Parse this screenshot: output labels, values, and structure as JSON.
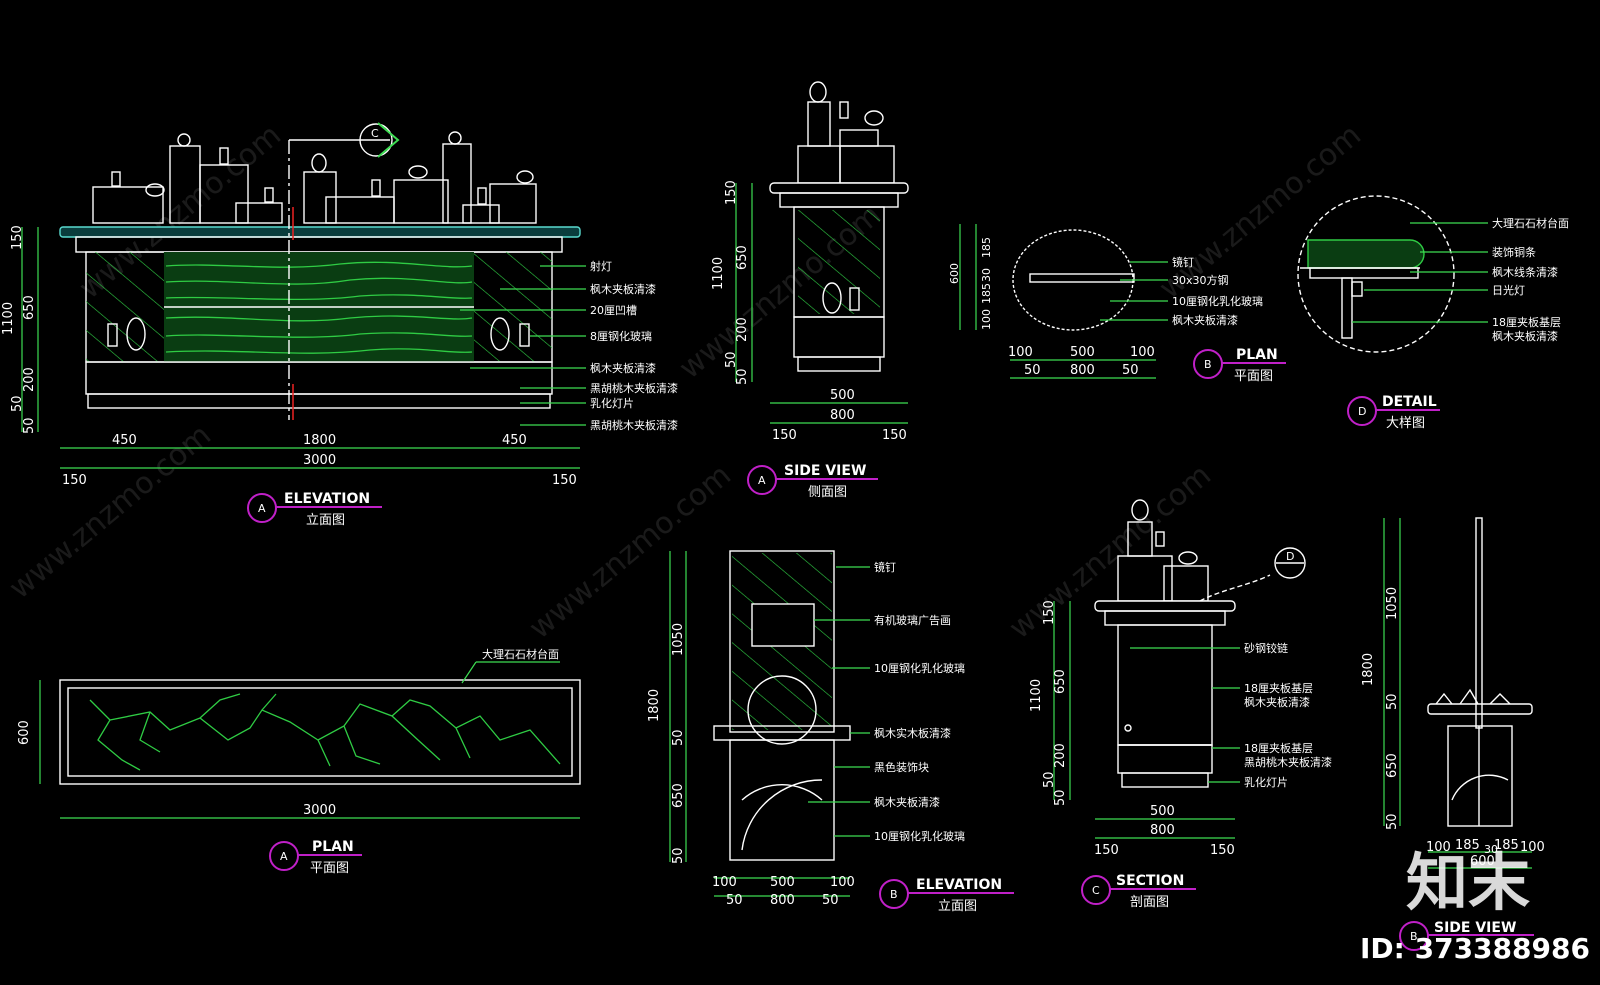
{
  "elevation_a": {
    "letter": "A",
    "title": "ELEVATION",
    "subtitle": "立面图",
    "dims_left": [
      "150",
      "1100",
      "650",
      "200",
      "50",
      "50"
    ],
    "dims_bottom_1": [
      "450",
      "1800",
      "450"
    ],
    "dims_bottom_2": [
      "3000"
    ],
    "dims_bottom_3": [
      "150",
      "150"
    ],
    "section_marker": "C",
    "callouts": [
      "射灯",
      "枫木夹板清漆",
      "20厘凹槽",
      "8厘钢化玻璃",
      "枫木夹板清漆",
      "黑胡桃木夹板清漆",
      "乳化灯片",
      "黑胡桃木夹板清漆"
    ]
  },
  "side_view_a": {
    "letter": "A",
    "title": "SIDE VIEW",
    "subtitle": "侧面图",
    "dims_left": [
      "150",
      "1100",
      "650",
      "200",
      "50",
      "50"
    ],
    "dims_bottom": [
      "500",
      "800",
      "150",
      "150"
    ]
  },
  "plan_b": {
    "letter": "B",
    "title": "PLAN",
    "subtitle": "平面图",
    "dims_left": [
      "600",
      "185",
      "30",
      "185",
      "100"
    ],
    "dims_bottom": [
      "100",
      "500",
      "100",
      "50",
      "800",
      "50"
    ],
    "callouts": [
      "镜钉",
      "30x30方钢",
      "10厘钢化乳化玻璃",
      "枫木夹板清漆"
    ]
  },
  "detail_d": {
    "letter": "D",
    "title": "DETAIL",
    "subtitle": "大样图",
    "callouts": [
      "大理石石材台面",
      "装饰铜条",
      "枫木线条清漆",
      "日光灯",
      "18厘夹板基层",
      "枫木夹板清漆"
    ]
  },
  "plan_a": {
    "letter": "A",
    "title": "PLAN",
    "subtitle": "平面图",
    "dim_left": "600",
    "dim_bottom": "3000",
    "callout": "大理石石材台面"
  },
  "elevation_b": {
    "letter": "B",
    "title": "ELEVATION",
    "subtitle": "立面图",
    "dims_left": [
      "1800",
      "1050",
      "50",
      "650",
      "50"
    ],
    "dims_bottom": [
      "100",
      "500",
      "100",
      "50",
      "800",
      "50"
    ],
    "callouts": [
      "镜钉",
      "有机玻璃广告画",
      "10厘钢化乳化玻璃",
      "枫木实木板清漆",
      "黑色装饰块",
      "枫木夹板清漆",
      "10厘钢化乳化玻璃"
    ]
  },
  "section_c": {
    "letter": "C",
    "title": "SECTION",
    "subtitle": "剖面图",
    "dims_left": [
      "150",
      "1100",
      "650",
      "200",
      "50",
      "50"
    ],
    "dims_bottom": [
      "500",
      "800",
      "150",
      "150"
    ],
    "detail_marker": "D",
    "callouts": [
      "砂钢铰链",
      "18厘夹板基层",
      "枫木夹板清漆",
      "18厘夹板基层",
      "黑胡桃木夹板清漆",
      "乳化灯片"
    ]
  },
  "side_view_b": {
    "letter": "B",
    "title": "SIDE VIEW",
    "dims_left": [
      "1800",
      "1050",
      "50",
      "650",
      "50"
    ],
    "dims_bottom": [
      "100",
      "185",
      "30",
      "185",
      "100",
      "600"
    ]
  },
  "watermark": {
    "text": "www.znzmo.com",
    "logo": "知末",
    "id": "ID: 373388986"
  },
  "colors": {
    "background": "#000000",
    "line": "#ffffff",
    "green": "#2fcc44",
    "magenta": "#c020c8"
  }
}
